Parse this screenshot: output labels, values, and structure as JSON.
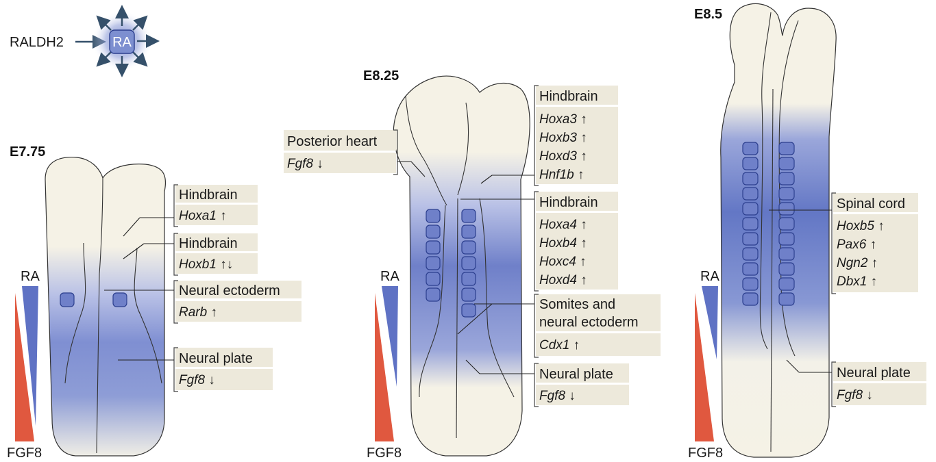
{
  "legend": {
    "source": "RALDH2",
    "molecule": "RA"
  },
  "gradient_labels": {
    "top": "RA",
    "bottom": "FGF8"
  },
  "stages": [
    {
      "label": "E7.75",
      "boxes": [
        {
          "head": "Hindbrain",
          "lines": [
            "Hoxa1 ↑"
          ]
        },
        {
          "head": "Hindbrain",
          "lines": [
            "Hoxb1 ↑↓"
          ]
        },
        {
          "head": "Neural ectoderm",
          "lines": [
            "Rarb ↑"
          ]
        },
        {
          "head": "Neural plate",
          "lines": [
            "Fgf8 ↓"
          ]
        }
      ]
    },
    {
      "label": "E8.25",
      "boxes": [
        {
          "head": "Posterior heart",
          "lines": [
            "Fgf8 ↓"
          ]
        },
        {
          "head": "Hindbrain",
          "lines": [
            "Hoxa3 ↑",
            "Hoxb3 ↑",
            "Hoxd3 ↑",
            "Hnf1b ↑"
          ]
        },
        {
          "head": "Hindbrain",
          "lines": [
            "Hoxa4 ↑",
            "Hoxb4 ↑",
            "Hoxc4 ↑",
            "Hoxd4 ↑"
          ]
        },
        {
          "head": "Somites and",
          "head2": "neural ectoderm",
          "lines": [
            "Cdx1 ↑"
          ]
        },
        {
          "head": "Neural plate",
          "lines": [
            "Fgf8 ↓"
          ]
        }
      ]
    },
    {
      "label": "E8.5",
      "boxes": [
        {
          "head": "Spinal cord",
          "lines": [
            "Hoxb5 ↑",
            "Pax6 ↑",
            "Ngn2 ↑",
            "Dbx1 ↑"
          ]
        },
        {
          "head": "Neural plate",
          "lines": [
            "Fgf8 ↓"
          ]
        }
      ]
    }
  ],
  "colors": {
    "ra_blue": "#5f72c4",
    "fgf8_red": "#e0583f",
    "embryo_cream": "#f5f2e6",
    "box_bg": "#ede9db"
  }
}
